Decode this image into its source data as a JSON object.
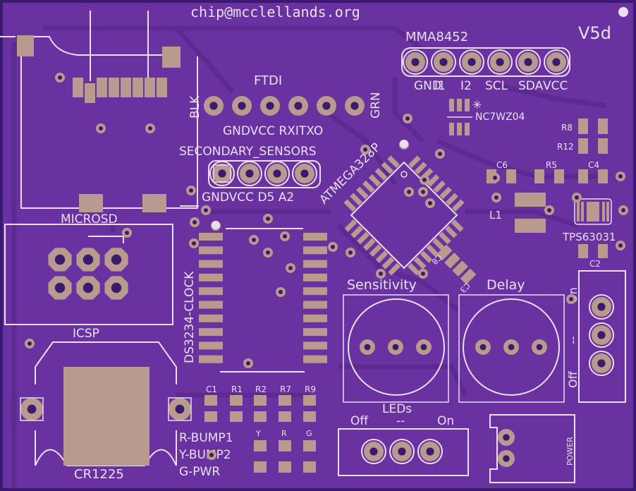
{
  "board": {
    "email": "chip@mcclellands.org",
    "version": "V5d",
    "colors": {
      "board": "#6a32a0",
      "silk": "#e8e0ee",
      "pad": "#b89a8e",
      "edge": "#3a1a6e"
    }
  },
  "labels": {
    "mma8452": "MMA8452",
    "mma_pins": [
      "GND",
      "I1",
      "I2",
      "SCL",
      "SDA",
      "VCC"
    ],
    "ftdi": "FTDI",
    "ftdi_blk": "BLK",
    "ftdi_grn": "GRN",
    "ftdi_pins": "GNDVCC RXITXO",
    "secondary": "SECONDARY_SENSORS",
    "secondary_pins": "GNDVCC D5 A2",
    "atmega": "ATMEGA328P",
    "nc7wz04": "NC7WZ04",
    "r8": "R8",
    "r12": "R12",
    "c6": "C6",
    "r5": "R5",
    "c4": "C4",
    "l1": "L1",
    "tps": "TPS63031",
    "c2": "C2",
    "c8": "C8",
    "c3": "C3",
    "microsd": "MICROSD",
    "icsp": "ICSP",
    "ds3234": "DS3234-CLOCK",
    "sensitivity": "Sensitivity",
    "delay": "Delay",
    "on": "On",
    "dashes": "--",
    "off": "Off",
    "c1": "C1",
    "r1": "R1",
    "r2": "R2",
    "r7": "R7",
    "r9": "R9",
    "y": "Y",
    "r": "R",
    "g": "G",
    "leds": "LEDs",
    "leds_off": "Off",
    "leds_dash": "--",
    "leds_on": "On",
    "bump1": "R-BUMP1",
    "bump2": "Y-BUMP2",
    "gpwr": "G-PWR",
    "cr1225": "CR1225",
    "power": "POWER"
  }
}
